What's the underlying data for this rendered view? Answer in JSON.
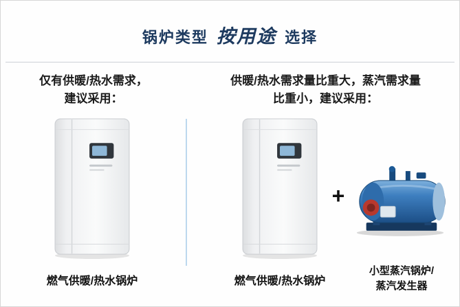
{
  "title": {
    "prefix": "锅炉类型",
    "emphasis": "按用途",
    "suffix": "选择"
  },
  "left_column": {
    "heading_line1": "仅有供暖/热水需求，",
    "heading_line2": "建议采用：",
    "caption": "燃气供暖/热水锅炉"
  },
  "right_column": {
    "heading_line1": "供暖/热水需求量比重大，蒸汽需求量",
    "heading_line2": "比重小，建议采用：",
    "plus_sign": "+",
    "boiler_caption": "燃气供暖/热水锅炉",
    "steam_caption_line1": "小型蒸汽锅炉/",
    "steam_caption_line2": "蒸汽发生器"
  },
  "colors": {
    "title_text": "#1d3a5f",
    "body_text": "#1a1a1a",
    "vertical_divider": "#bcd8ee",
    "title_rule": "#ccd1d6",
    "steam_boiler_blue": "#3e7fc0",
    "burner_red": "#b8392e"
  }
}
